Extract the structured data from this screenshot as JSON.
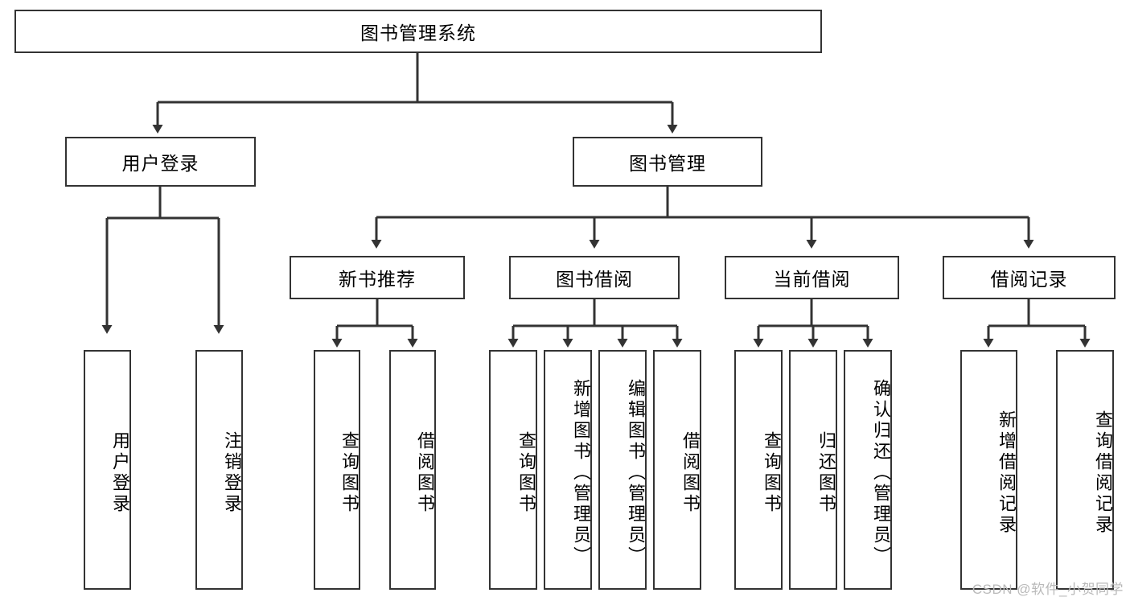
{
  "diagram": {
    "title_node": {
      "label": "图书管理系统"
    },
    "level2": [
      {
        "id": "user-login",
        "label": "用户登录"
      },
      {
        "id": "book-management",
        "label": "图书管理"
      }
    ],
    "level3": [
      {
        "id": "new-book-recommend",
        "label": "新书推荐"
      },
      {
        "id": "book-borrow",
        "label": "图书借阅"
      },
      {
        "id": "current-borrow",
        "label": "当前借阅"
      },
      {
        "id": "borrow-record",
        "label": "借阅记录"
      }
    ],
    "leaves": {
      "user_login": [
        {
          "id": "leaf-user-login",
          "label": "用户登录"
        },
        {
          "id": "leaf-logout-login",
          "label": "注销登录"
        }
      ],
      "new_book_recommend": [
        {
          "id": "leaf-query-book-1",
          "label": "查询图书"
        },
        {
          "id": "leaf-borrow-book-1",
          "label": "借阅图书"
        }
      ],
      "book_borrow": [
        {
          "id": "leaf-query-book-2",
          "label": "查询图书"
        },
        {
          "id": "leaf-add-book",
          "label": "新增图书（管理员）"
        },
        {
          "id": "leaf-edit-book",
          "label": "编辑图书（管理员）"
        },
        {
          "id": "leaf-borrow-book-2",
          "label": "借阅图书"
        }
      ],
      "current_borrow": [
        {
          "id": "leaf-query-book-3",
          "label": "查询图书"
        },
        {
          "id": "leaf-return-book",
          "label": "归还图书"
        },
        {
          "id": "leaf-confirm-return",
          "label": "确认归还（管理员）"
        }
      ],
      "borrow_record": [
        {
          "id": "leaf-add-record",
          "label": "新增借阅记录"
        },
        {
          "id": "leaf-query-record",
          "label": "查询借阅记录"
        }
      ]
    },
    "watermark": "CSDN @软件_小贺同学",
    "colors": {
      "stroke": "#333333",
      "fill": "#ffffff",
      "text": "#000000",
      "watermark": "#b9b9b9"
    }
  }
}
